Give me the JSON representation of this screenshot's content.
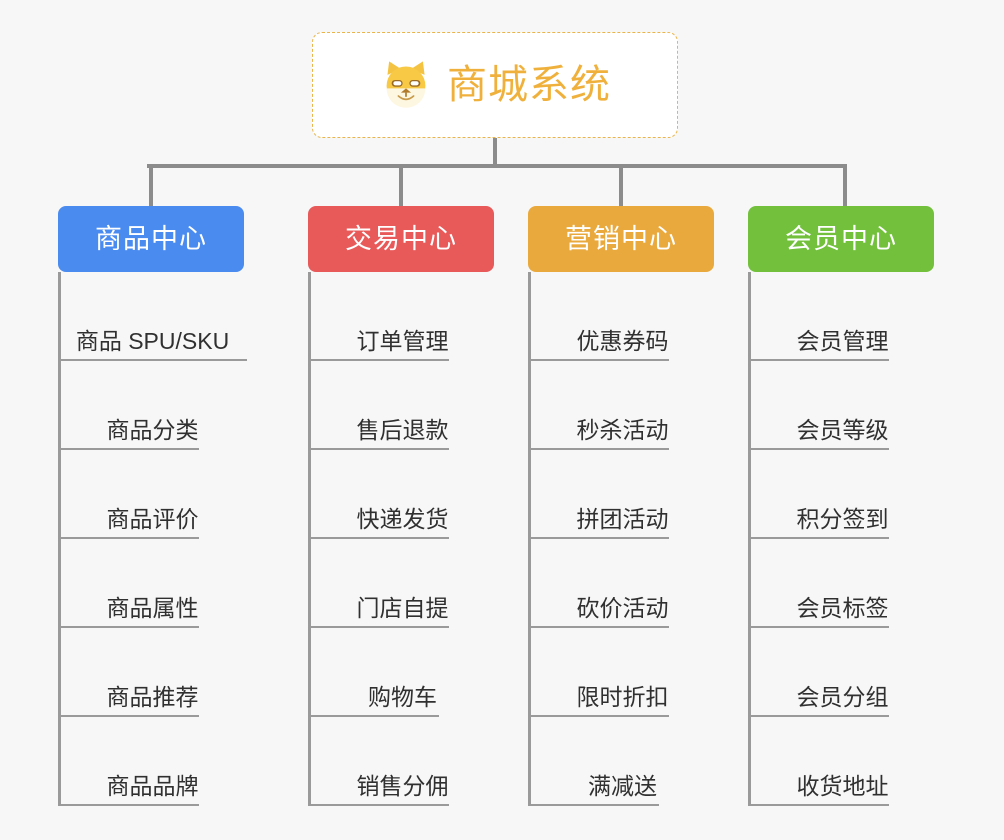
{
  "diagram": {
    "type": "mindmap-tree",
    "background_color": "#f7f7f7",
    "connector_color": "#8c8c8c",
    "root": {
      "title": "商城系统",
      "icon": "shiba-dog-face-icon",
      "text_color": "#f0b13c",
      "border_color": "#eab44a",
      "background_color": "#ffffff"
    },
    "branches": [
      {
        "label": "商品中心",
        "color": "#4a8bf0",
        "items": [
          "商品 SPU/SKU",
          "商品分类",
          "商品评价",
          "商品属性",
          "商品推荐",
          "商品品牌"
        ]
      },
      {
        "label": "交易中心",
        "color": "#e8595a",
        "items": [
          "订单管理",
          "售后退款",
          "快递发货",
          "门店自提",
          "购物车",
          "销售分佣"
        ]
      },
      {
        "label": "营销中心",
        "color": "#eaa93c",
        "items": [
          "优惠券码",
          "秒杀活动",
          "拼团活动",
          "砍价活动",
          "限时折扣",
          "满减送"
        ]
      },
      {
        "label": "会员中心",
        "color": "#72c03c",
        "items": [
          "会员管理",
          "会员等级",
          "积分签到",
          "会员标签",
          "会员分组",
          "收货地址"
        ]
      }
    ]
  }
}
